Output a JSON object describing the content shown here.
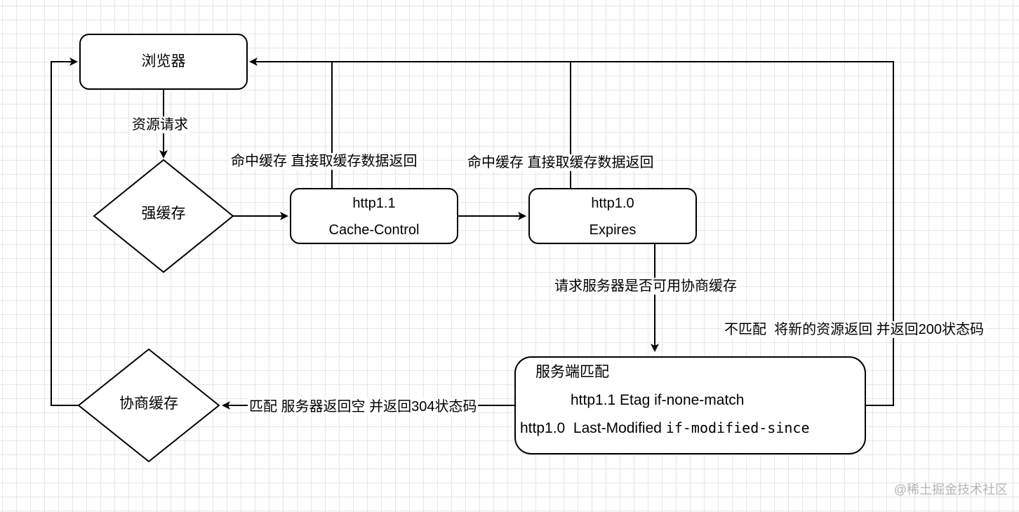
{
  "nodes": {
    "browser": {
      "label": "浏览器"
    },
    "strong_cache": {
      "label": "强缓存"
    },
    "http11_box": {
      "line1": "http1.1",
      "line2": "Cache-Control"
    },
    "http10_box": {
      "line1": "http1.0",
      "line2": "Expires"
    },
    "negotiate_cache": {
      "label": "协商缓存"
    },
    "server_match": {
      "title": "服务端匹配",
      "line1": "http1.1 Etag if-none-match",
      "line2_prefix": "http1.0  Last-Modified ",
      "line2_code": "if-modified-since"
    }
  },
  "edges": {
    "resource_request": "资源请求",
    "hit_cache_1": "命中缓存 直接取缓存数据返回",
    "hit_cache_2": "命中缓存 直接取缓存数据返回",
    "ask_server": "请求服务器是否可用协商缓存",
    "no_match": "不匹配  将新的资源返回 并返回200状态码",
    "match": "匹配 服务器返回空 并返回304状态码"
  },
  "watermark": "@稀土掘金技术社区",
  "colors": {
    "stroke": "#000000",
    "grid": "#e6e6e6",
    "background": "#ffffff",
    "watermark": "#b5b5b5"
  }
}
